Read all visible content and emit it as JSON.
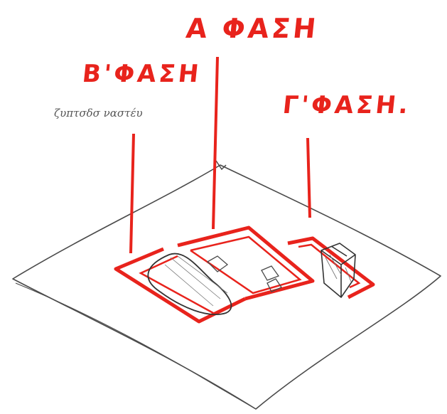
{
  "phases": {
    "a": {
      "label": "A ΦΑΣΗ"
    },
    "b": {
      "label": "B'ΦΑΣΗ",
      "note": "ζυπτσδσ ναστέυ"
    },
    "g": {
      "label": "Γ'ΦΑΣΗ."
    }
  },
  "colors": {
    "red_marker": "#e8231c",
    "pencil": "#4a4a4a",
    "paper": "#ffffff"
  }
}
